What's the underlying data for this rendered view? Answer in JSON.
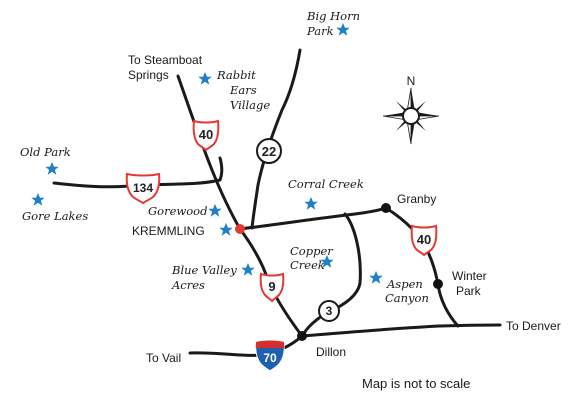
{
  "colors": {
    "road": "#1a1a1a",
    "star": "#1f7fc8",
    "kremmling_dot": "#e53935",
    "us_shield": "#e53935",
    "interstate_top": "#d62d2d",
    "interstate_body": "#1f5fb0"
  },
  "roads": [
    {
      "id": "us40-north",
      "label": "US 40"
    },
    {
      "id": "us134",
      "label": "US 134"
    },
    {
      "id": "co9",
      "label": "CO 9"
    },
    {
      "id": "co22",
      "label": "22"
    },
    {
      "id": "i70",
      "label": "I-70"
    },
    {
      "id": "us40-east",
      "label": "US 40"
    },
    {
      "id": "co3",
      "label": "3"
    }
  ],
  "route_shields": {
    "us40_north": "40",
    "us134": "134",
    "route22": "22",
    "co9": "9",
    "route3": "3",
    "us40_east": "40",
    "i70": "70"
  },
  "towns": [
    {
      "id": "kremmling",
      "name": "KREMMLING",
      "highlight": true
    },
    {
      "id": "granby",
      "name": "Granby"
    },
    {
      "id": "winter-park",
      "name": "Winter Park"
    },
    {
      "id": "dillon",
      "name": "Dillon"
    }
  ],
  "destinations": [
    {
      "id": "steamboat",
      "name": "To Steamboat Springs"
    },
    {
      "id": "denver",
      "name": "To Denver"
    },
    {
      "id": "vail",
      "name": "To Vail"
    }
  ],
  "attractions": [
    {
      "id": "big-horn-park",
      "name": "Big Horn Park"
    },
    {
      "id": "rabbit-ears-village",
      "name": "Rabbit Ears Village"
    },
    {
      "id": "old-park",
      "name": "Old Park"
    },
    {
      "id": "gore-lakes",
      "name": "Gore Lakes"
    },
    {
      "id": "corral-creek",
      "name": "Corral Creek"
    },
    {
      "id": "gorewood",
      "name": "Gorewood"
    },
    {
      "id": "copper-creek",
      "name": "Copper Creek"
    },
    {
      "id": "blue-valley-acres",
      "name": "Blue Valley Acres"
    },
    {
      "id": "aspen-canyon",
      "name": "Aspen Canyon"
    }
  ],
  "labels": {
    "big_horn_1": "Big Horn",
    "big_horn_2": "Park",
    "steamboat_1": "To Steamboat",
    "steamboat_2": "Springs",
    "rabbit_1": "Rabbit",
    "rabbit_2": "Ears",
    "rabbit_3": "Village",
    "old_park": "Old Park",
    "gore_lakes": "Gore Lakes",
    "gorewood": "Gorewood",
    "kremmling": "KREMMLING",
    "corral_creek": "Corral Creek",
    "granby": "Granby",
    "copper_1": "Copper",
    "copper_2": "Creek",
    "blue_valley_1": "Blue Valley",
    "blue_valley_2": "Acres",
    "aspen_1": "Aspen",
    "aspen_2": "Canyon",
    "winter_1": "Winter",
    "winter_2": "Park",
    "to_denver": "To Denver",
    "to_vail": "To Vail",
    "dillon": "Dillon",
    "compass_n": "N"
  },
  "note": "Map is not to scale"
}
